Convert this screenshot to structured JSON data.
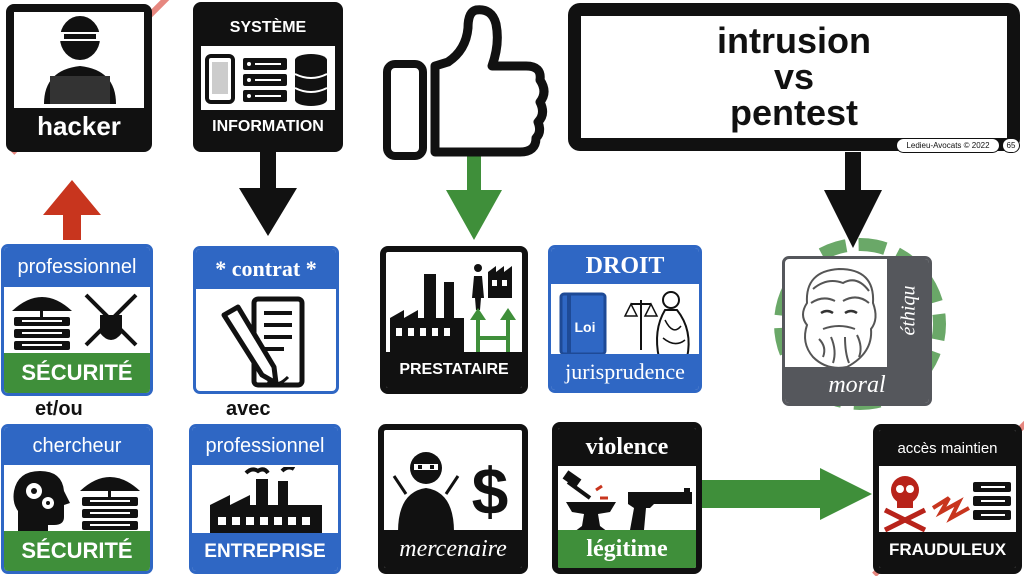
{
  "title": {
    "line1": "intrusion",
    "line2": "vs",
    "line3": "pentest"
  },
  "footer": {
    "credit": "Ledieu-Avocats © 2022",
    "page": "65"
  },
  "hacker": {
    "label": "hacker"
  },
  "systeme": {
    "top": "SYSTÈME",
    "bottom": "INFORMATION"
  },
  "pro_securite": {
    "top": "professionnel",
    "bottom": "SÉCURITÉ"
  },
  "etou": "et/ou",
  "chercheur": {
    "top": "chercheur",
    "bottom": "SÉCURITÉ"
  },
  "contrat": {
    "top": "* contrat *"
  },
  "avec": "avec",
  "pro_entreprise": {
    "top": "professionnel",
    "bottom": "ENTREPRISE"
  },
  "prestataire": {
    "bottom": "PRESTATAIRE"
  },
  "droit": {
    "top": "DROIT",
    "book": "Loi",
    "bottom": "jurisprudence"
  },
  "mercenaire": {
    "bottom": "mercenaire"
  },
  "violence": {
    "top": "violence",
    "bottom": "légitime"
  },
  "moral": {
    "side": "éthiqu",
    "bottom": "moral"
  },
  "frauduleux": {
    "top": "accès maintien",
    "bottom": "FRAUDULEUX"
  },
  "colors": {
    "blue": "#2f67c4",
    "green": "#3f8f3a",
    "red": "#c8351e",
    "black": "#111111",
    "gray": "#55575c"
  }
}
